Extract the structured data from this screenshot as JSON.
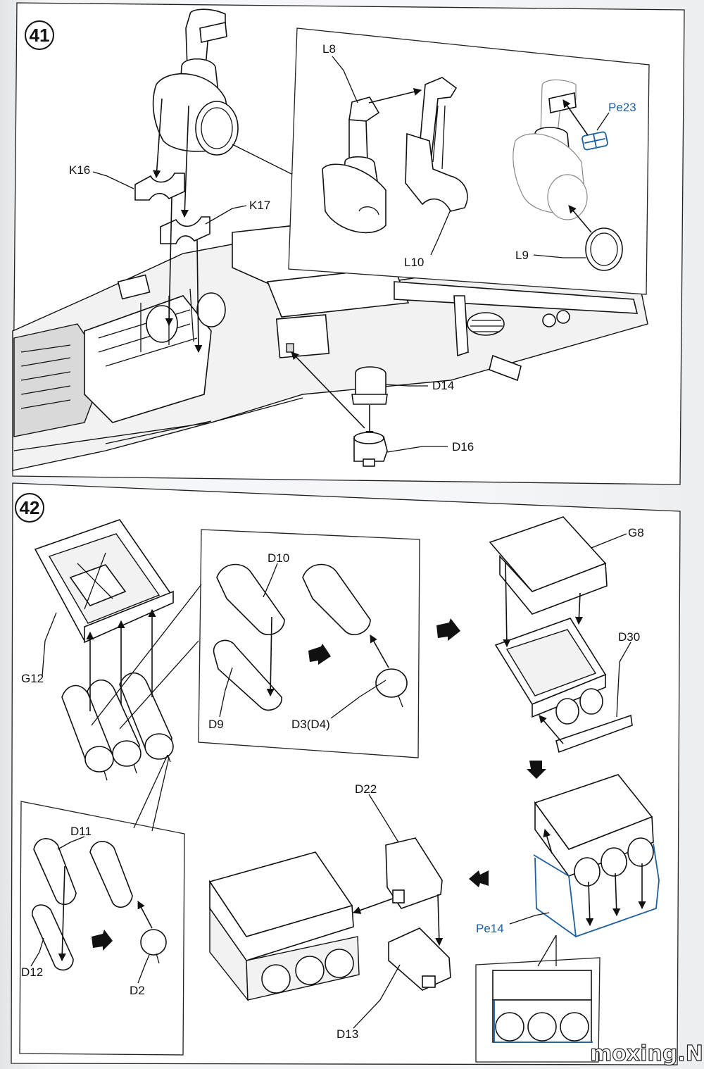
{
  "steps": [
    {
      "number": "41",
      "labels": [
        "K16",
        "K17",
        "L8",
        "L10",
        "Pe23",
        "L9",
        "D14",
        "D16"
      ]
    },
    {
      "number": "42",
      "labels": [
        "G12",
        "D10",
        "D9",
        "D3(D4)",
        "G8",
        "D30",
        "D11",
        "D12",
        "D2",
        "D22",
        "D13",
        "Pe14"
      ]
    }
  ],
  "watermark": "moxing.NET",
  "colors": {
    "photo_etch_label": "#1f5f9e",
    "line": "#111111"
  }
}
